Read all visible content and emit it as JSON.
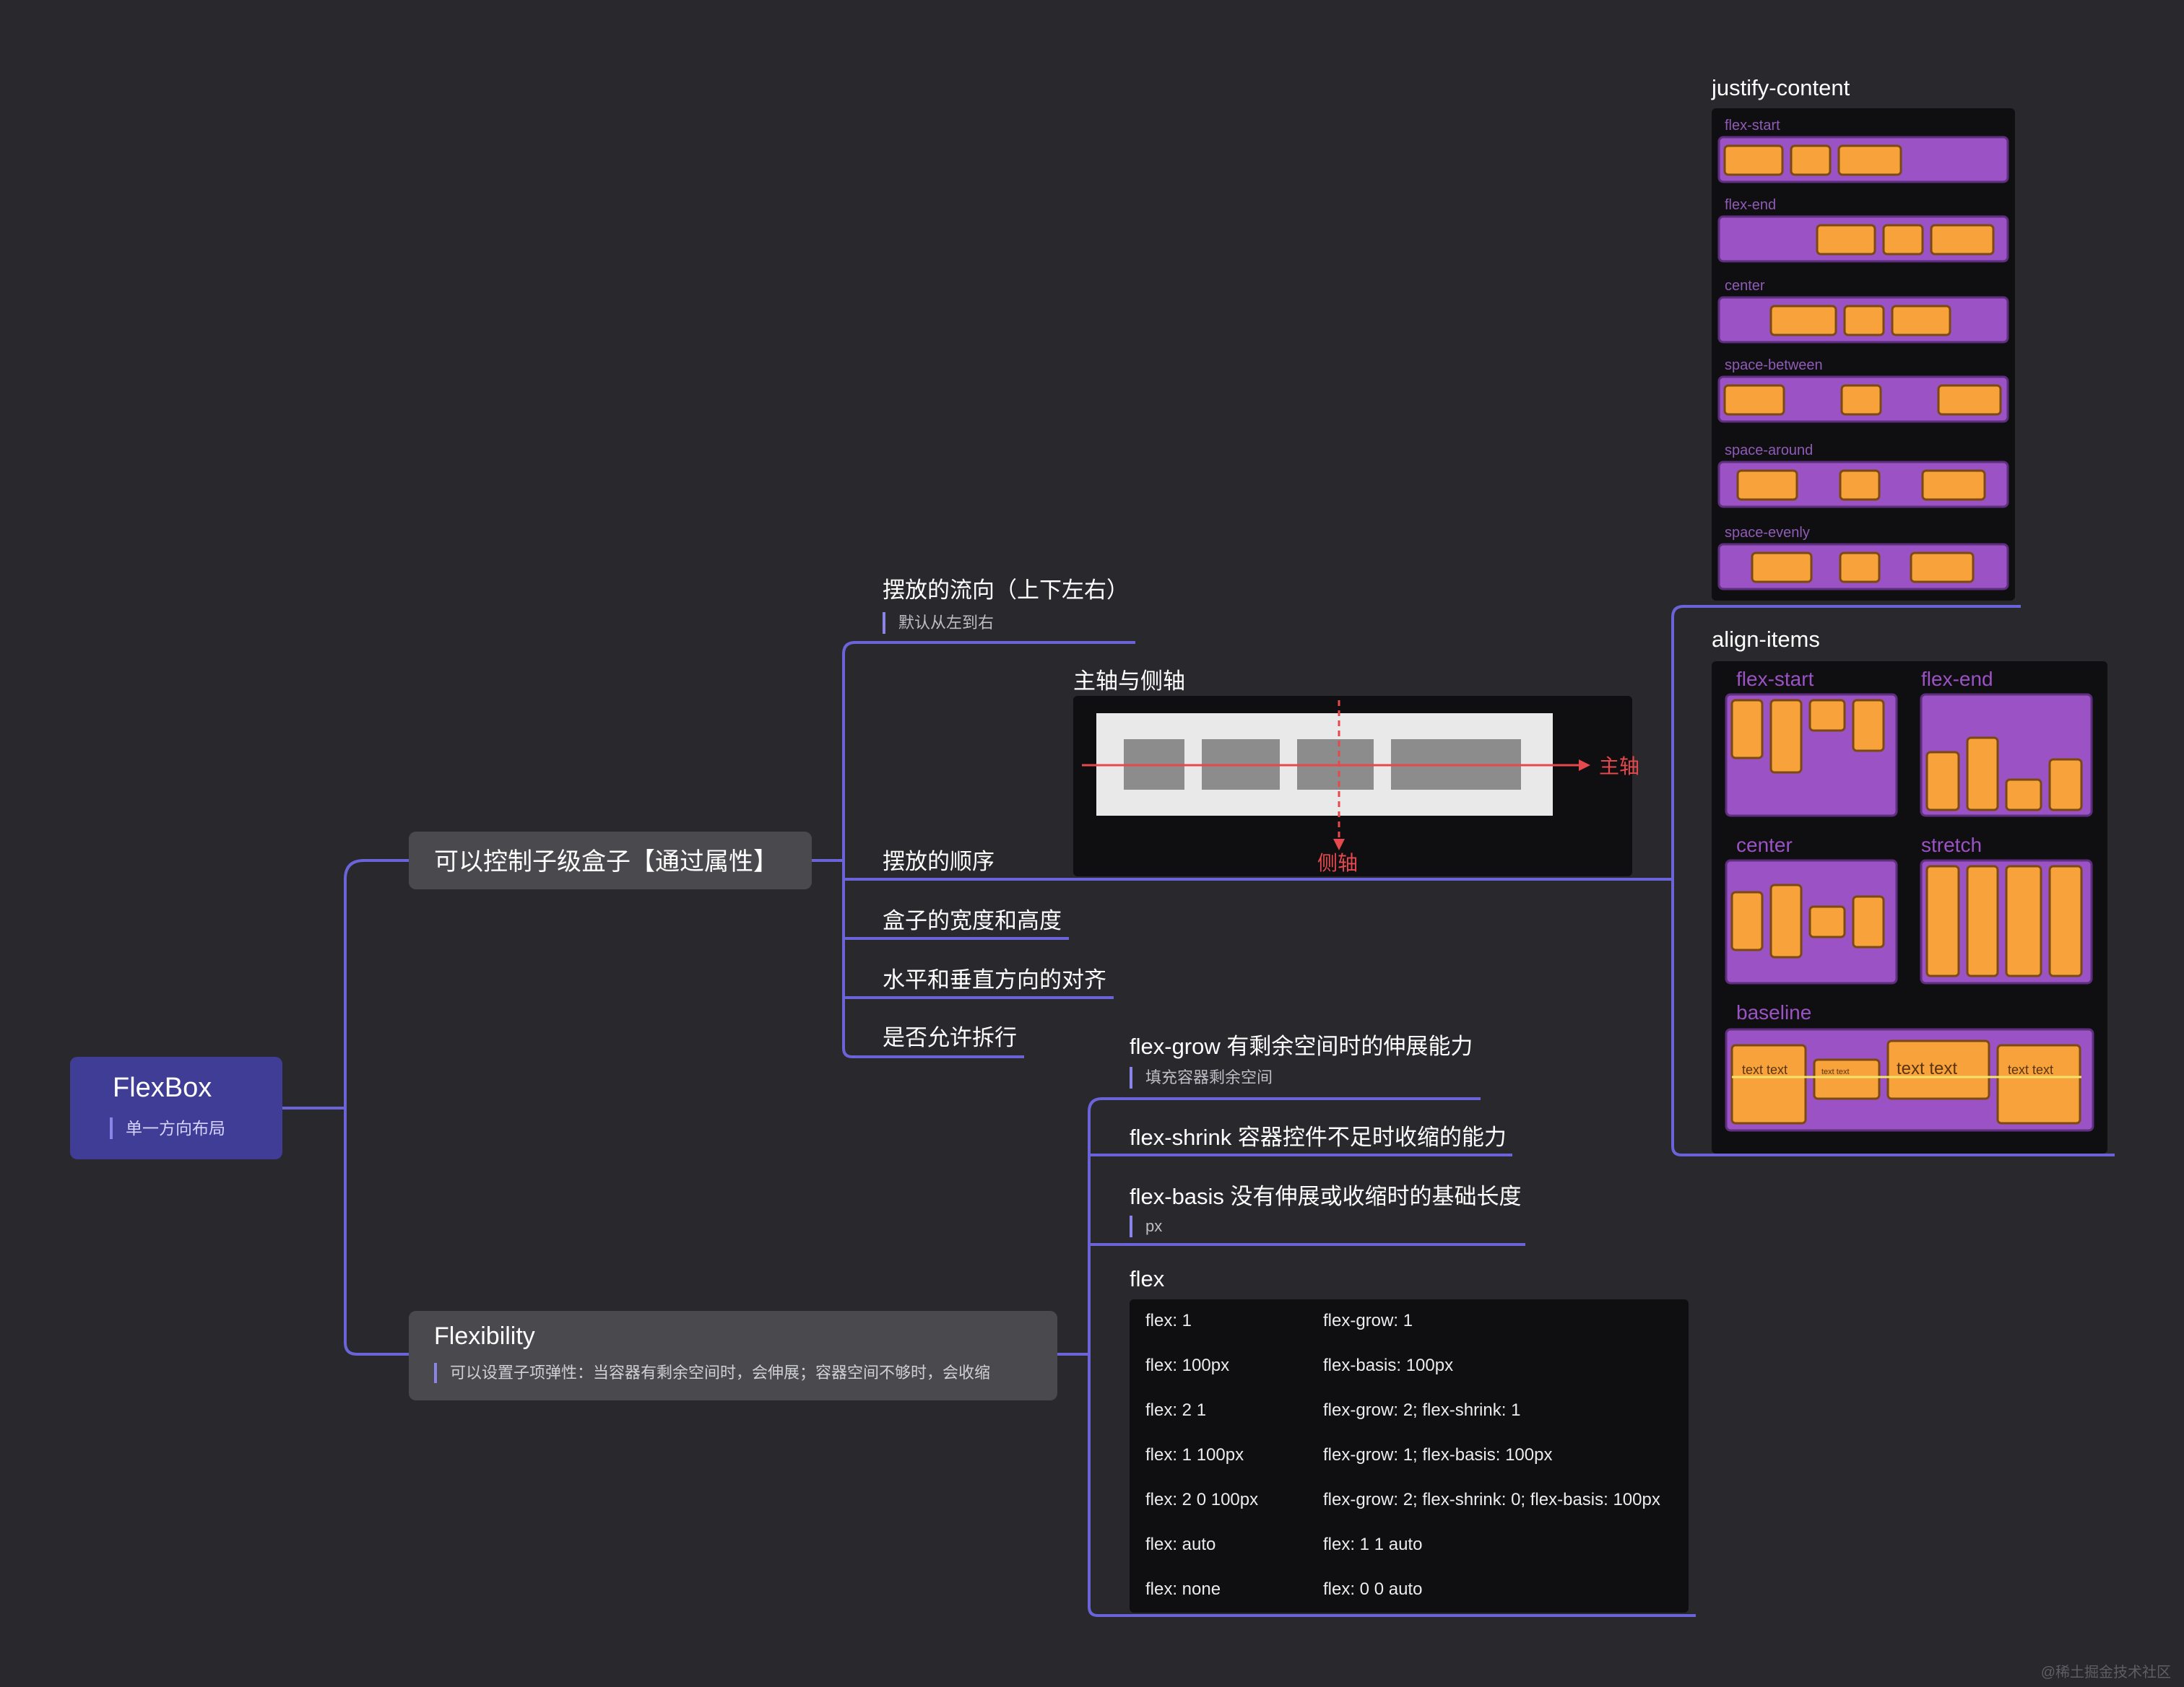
{
  "root": {
    "title": "FlexBox",
    "note": "单一方向布局"
  },
  "branch_control": {
    "title": "可以控制子级盒子【通过属性】",
    "items": [
      {
        "label": "摆放的流向（上下左右）",
        "note": "默认从左到右"
      },
      {
        "label": "摆放的顺序"
      },
      {
        "label": "盒子的宽度和高度"
      },
      {
        "label": "水平和垂直方向的对齐"
      },
      {
        "label": "是否允许拆行"
      }
    ],
    "axis_figure": {
      "title": "主轴与侧轴",
      "main_axis": "主轴",
      "cross_axis": "侧轴"
    },
    "justify_content": {
      "title": "justify-content",
      "variants": [
        "flex-start",
        "flex-end",
        "center",
        "space-between",
        "space-around",
        "space-evenly"
      ]
    },
    "align_items": {
      "title": "align-items",
      "variants": [
        "flex-start",
        "flex-end",
        "center",
        "stretch",
        "baseline"
      ],
      "baseline_texts": [
        "text text",
        "text text",
        "text text",
        "text text"
      ]
    }
  },
  "branch_flex": {
    "title": "Flexibility",
    "note": "可以设置子项弹性：当容器有剩余空间时，会伸展；容器空间不够时，会收缩",
    "items": [
      {
        "label": "flex-grow 有剩余空间时的伸展能力",
        "note": "填充容器剩余空间"
      },
      {
        "label": "flex-shrink 容器控件不足时收缩的能力"
      },
      {
        "label": "flex-basis 没有伸展或收缩时的基础长度",
        "note": "px"
      },
      {
        "label": "flex"
      }
    ],
    "flex_table": [
      [
        "flex: 1",
        "flex-grow: 1"
      ],
      [
        "flex: 100px",
        "flex-basis: 100px"
      ],
      [
        "flex: 2 1",
        "flex-grow: 2; flex-shrink: 1"
      ],
      [
        "flex: 1 100px",
        "flex-grow: 1; flex-basis: 100px"
      ],
      [
        "flex: 2 0 100px",
        "flex-grow: 2; flex-shrink: 0; flex-basis: 100px"
      ],
      [
        "flex: auto",
        "flex: 1 1 auto"
      ],
      [
        "flex: none",
        "flex: 0 0 auto"
      ]
    ]
  },
  "watermark": "@稀土掘金技术社区",
  "colors": {
    "background": "#29282c",
    "connector": "#6b63d8",
    "root": "#3f3d96",
    "node": "#4a4a4e",
    "purple": "#9b52c4",
    "orange": "#f7a23a",
    "axis_red": "#e5484d"
  }
}
